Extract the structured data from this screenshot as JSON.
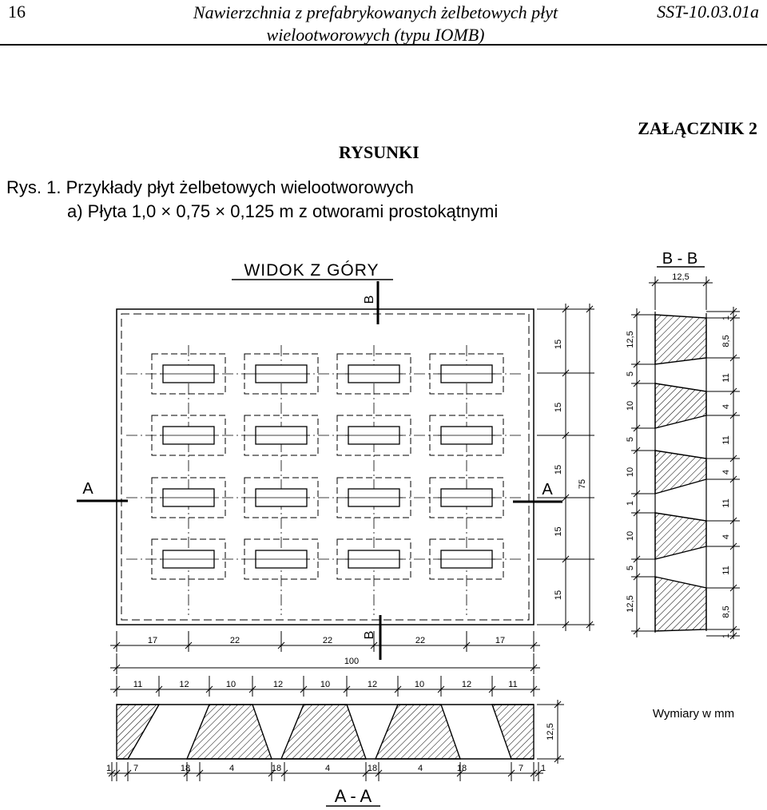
{
  "header": {
    "page_number": "16",
    "title_line1": "Nawierzchnia z prefabrykowanych żelbetowych płyt",
    "title_line2": "wielootworowych (typu IOMB)",
    "code": "SST-10.03.01a"
  },
  "annex_label": "ZAŁĄCZNIK 2",
  "section_title": "RYSUNKI",
  "caption": {
    "line1": "Rys. 1. Przykłady płyt żelbetowych wielootworowych",
    "line2": "a) Płyta 1,0 × 0,75 × 0,125 m z otworami prostokątnymi"
  },
  "drawing": {
    "top_view_title": "WIDOK  Z  GÓRY",
    "section_aa_title": "A - A",
    "section_bb_title": "B - B",
    "section_marker_a": "A",
    "section_marker_b": "B",
    "units_note": "Wymiary  w  mm",
    "bottom_dims_row1": [
      "17",
      "22",
      "22",
      "22",
      "17"
    ],
    "bottom_total": "100",
    "bottom_dims_row2": [
      "11",
      "12",
      "10",
      "12",
      "10",
      "12",
      "10",
      "12",
      "11"
    ],
    "aa_dims": [
      "1",
      "7",
      "18",
      "4",
      "18",
      "4",
      "18",
      "4",
      "18",
      "7",
      "1"
    ],
    "aa_height": "12,5",
    "right_dims": [
      "15",
      "15",
      "15",
      "15",
      "15"
    ],
    "right_total": "75",
    "bb_width": "12,5",
    "bb_left_dims": [
      "12,5",
      "5",
      "10",
      "5",
      "10",
      "1",
      "10",
      "5",
      "12,5"
    ],
    "bb_right_dims": [
      "1",
      "8,5",
      "11",
      "4",
      "11",
      "4",
      "11",
      "4",
      "11",
      "8,5",
      "1"
    ]
  }
}
